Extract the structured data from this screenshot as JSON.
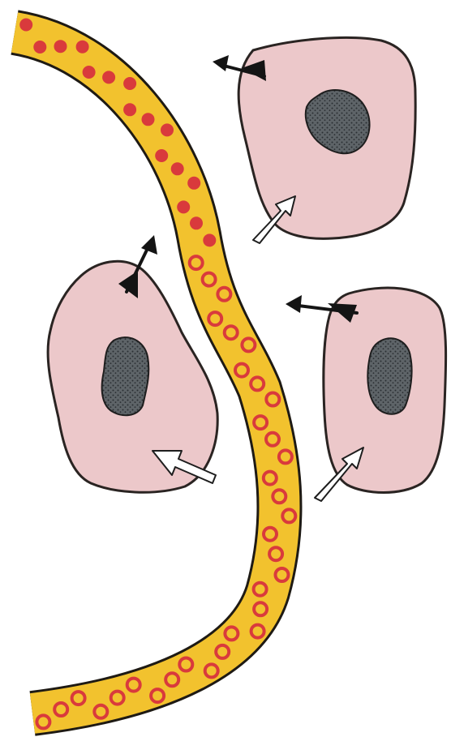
{
  "colors": {
    "background": "#ffffff",
    "vessel_fill": "#f2c22e",
    "vessel_outline": "#1e1a14",
    "rbc_fill": "#d93a3c",
    "rbc_ring_center": "#f2c22e",
    "cell_fill": "#ecc8ca",
    "cell_outline": "#2a2422",
    "nucleus_fill": "#5e6468",
    "nucleus_dots": "#2b2f33",
    "arrow_out": "#141414",
    "arrow_in_fill": "#ffffff"
  },
  "diagram": {
    "type": "illustration",
    "blood_vessel": {
      "icon": "blood-vessel"
    },
    "cells": [
      {
        "id": "top-right-cell",
        "icon": "cell",
        "arrows": [
          "outgoing-dark-arrow",
          "incoming-white-arrow"
        ]
      },
      {
        "id": "left-cell",
        "icon": "cell",
        "arrows": [
          "outgoing-dark-arrow",
          "incoming-white-arrow"
        ]
      },
      {
        "id": "bottom-right-cell",
        "icon": "cell",
        "arrows": [
          "outgoing-dark-arrow",
          "incoming-white-arrow"
        ]
      }
    ],
    "red_blood_cell_count": 49
  }
}
